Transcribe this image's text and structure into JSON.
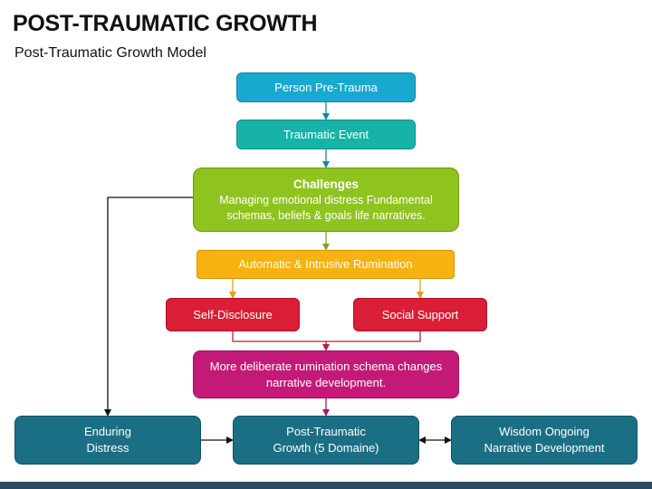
{
  "header": {
    "title": "POST-TRAUMATIC GROWTH",
    "subtitle": "Post-Traumatic Growth Model"
  },
  "nodes": {
    "person_pre_trauma": "Person Pre-Trauma",
    "traumatic_event": "Traumatic Event",
    "challenges_title": "Challenges",
    "challenges_body": "Managing emotional distress Fundamental schemas, beliefs & goals life narratives.",
    "rumination": "Automatic & Intrusive Rumination",
    "self_disclosure": "Self-Disclosure",
    "social_support": "Social Support",
    "deliberate": "More deliberate rumination schema changes narrative development.",
    "enduring_line1": "Enduring",
    "enduring_line2": "Distress",
    "ptg_line1": "Post-Traumatic",
    "ptg_line2": "Growth (5 Domaine)",
    "wisdom_line1": "Wisdom Ongoing",
    "wisdom_line2": "Narrative Development"
  },
  "colors": {
    "person_pre_trauma": "#19a9cf",
    "traumatic_event": "#17b3a8",
    "challenges": "#8fc31f",
    "rumination": "#f6b20f",
    "support_boxes": "#d91e36",
    "deliberate": "#c41a77",
    "outcomes": "#1b6f85",
    "footer": "#2f4a5f"
  }
}
